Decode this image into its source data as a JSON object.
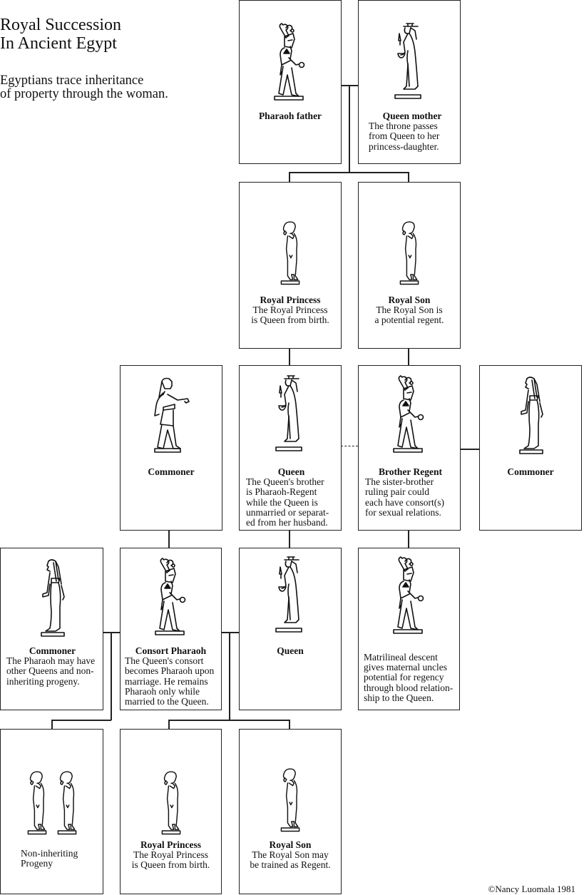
{
  "header": {
    "title_line1": "Royal Succession",
    "title_line2": "In Ancient Egypt",
    "subtitle_line1": "Egyptians trace inheritance",
    "subtitle_line2": "of property through the woman."
  },
  "boxes": {
    "pharaoh_father": {
      "name": "Pharaoh father",
      "desc": "",
      "figure": "pharaoh-figure"
    },
    "queen_mother": {
      "name": "Queen mother",
      "desc": "The throne passes\nfrom Queen to her\nprincess-daughter.",
      "figure": "queen-figure"
    },
    "royal_princess_1": {
      "name": "Royal Princess",
      "desc": "The Royal Princess\nis Queen from birth.",
      "figure": "child-figure"
    },
    "royal_son_1": {
      "name": "Royal Son",
      "desc": "The Royal Son is\na potential regent.",
      "figure": "child-figure"
    },
    "commoner_man": {
      "name": "Commoner",
      "desc": "",
      "figure": "commoner-man-figure"
    },
    "queen_1": {
      "name": "Queen",
      "desc": "The Queen's brother\nis Pharaoh-Regent\nwhile the Queen is\nunmarried or separat-\ned from her husband.",
      "figure": "queen-figure"
    },
    "brother_regent": {
      "name": "Brother Regent",
      "desc": "The sister-brother\nruling pair could\neach have consort(s)\nfor sexual relations.",
      "figure": "pharaoh-figure"
    },
    "commoner_woman_right": {
      "name": "Commoner",
      "desc": "",
      "figure": "commoner-woman-figure"
    },
    "commoner_woman_left": {
      "name": "Commoner",
      "desc": "The Pharaoh may have\nother Queens and non-\ninheriting progeny.",
      "figure": "commoner-woman-figure"
    },
    "consort_pharaoh": {
      "name": "Consort Pharaoh",
      "desc": "The Queen's consort\nbecomes Pharaoh upon\nmarriage.  He remains\nPharaoh only while\nmarried to the Queen.",
      "figure": "pharaoh-figure"
    },
    "queen_2": {
      "name": "Queen",
      "desc": "",
      "figure": "queen-figure"
    },
    "maternal_uncle": {
      "name": "",
      "desc": "Matrilineal descent\ngives maternal uncles\npotential for regency\nthrough blood relation-\nship to the Queen.",
      "figure": "pharaoh-figure"
    },
    "progeny": {
      "name": "",
      "desc": "Non-inheriting\nProgeny",
      "figure": "two-children-figure"
    },
    "royal_princess_2": {
      "name": "Royal Princess",
      "desc": "The Royal Princess\nis Queen from birth.",
      "figure": "child-figure"
    },
    "royal_son_2": {
      "name": "Royal Son",
      "desc": "The Royal Son may\nbe trained as Regent.",
      "figure": "child-figure"
    }
  },
  "footer": {
    "copyright": "©Nancy Luomala 1981"
  },
  "colors": {
    "line": "#222222",
    "text": "#111111",
    "background": "#ffffff"
  }
}
